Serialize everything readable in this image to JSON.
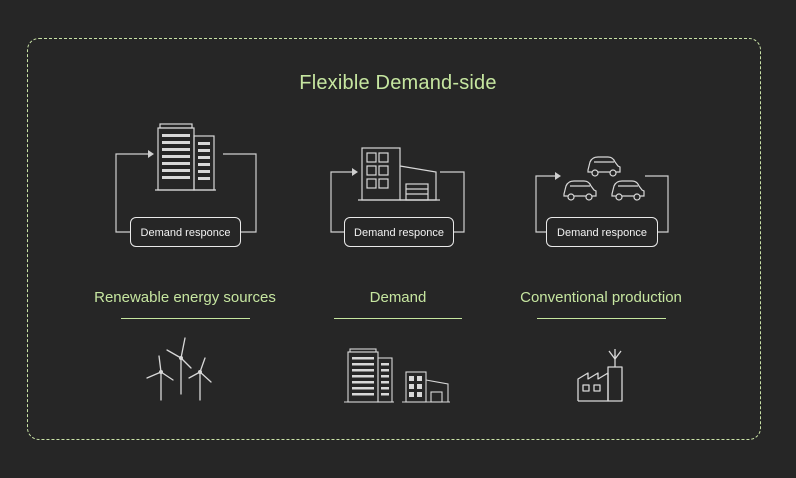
{
  "diagram": {
    "title": "Flexible Demand-side",
    "loops": [
      {
        "button_label": "Demand responce",
        "icon": "office-building-icon"
      },
      {
        "button_label": "Demand responce",
        "icon": "warehouse-building-icon"
      },
      {
        "button_label": "Demand responce",
        "icon": "cars-icon"
      }
    ],
    "sources": [
      {
        "label": "Renewable energy sources",
        "icon": "wind-turbines-icon"
      },
      {
        "label": "Demand",
        "icon": "buildings-icon"
      },
      {
        "label": "Conventional production",
        "icon": "factory-icon"
      }
    ]
  },
  "colors": {
    "background": "#262626",
    "accent": "#c6e6a0",
    "line": "#cfcfcf"
  }
}
